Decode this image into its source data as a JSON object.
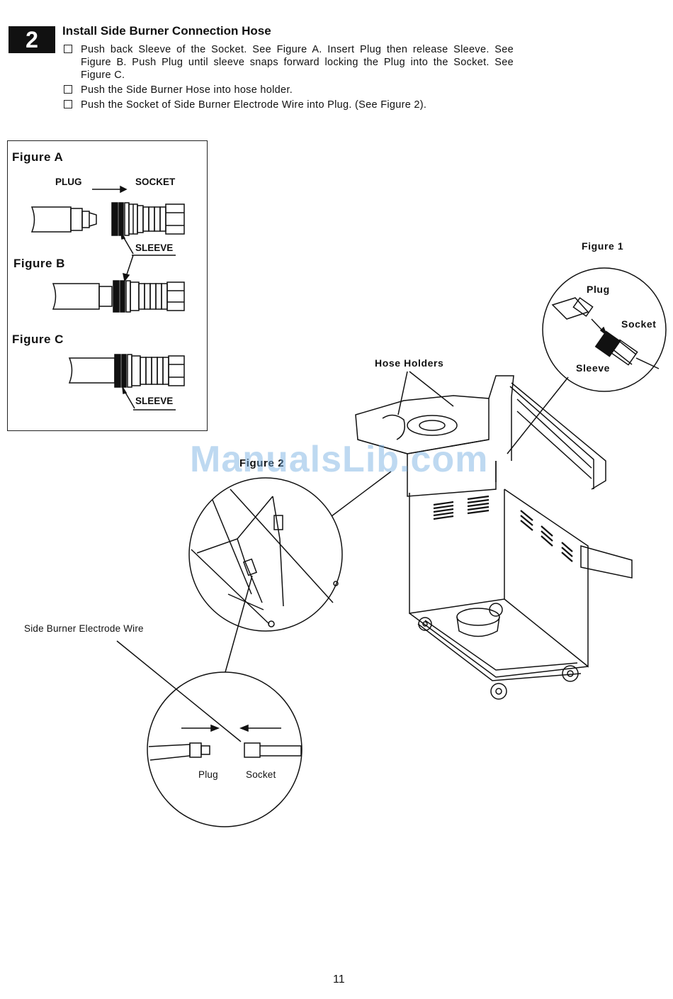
{
  "step": {
    "number": "2",
    "title": "Install Side Burner Connection Hose",
    "instructions": [
      "Push back Sleeve of the Socket. See Figure A. Insert Plug then release Sleeve. See Figure B. Push Plug until sleeve snaps forward locking the Plug into the Socket. See Figure C.",
      "Push the Side Burner Hose into hose holder.",
      "Push the Socket of Side Burner Electrode Wire into Plug. (See Figure 2)."
    ]
  },
  "figure_box": {
    "figure_a": {
      "title": "Figure A",
      "plug_label": "PLUG",
      "socket_label": "SOCKET",
      "sleeve_label": "SLEEVE"
    },
    "figure_b": {
      "title": "Figure B"
    },
    "figure_c": {
      "title": "Figure C",
      "sleeve_label": "SLEEVE"
    }
  },
  "figure_1": {
    "title": "Figure 1",
    "plug_label": "Plug",
    "socket_label": "Socket",
    "sleeve_label": "Sleeve"
  },
  "grill": {
    "hose_holders_label": "Hose Holders",
    "figure_2_label": "Figure 2"
  },
  "figure_2": {
    "wire_label": "Side Burner Electrode Wire",
    "plug_label": "Plug",
    "socket_label": "Socket"
  },
  "page_number": "11",
  "watermark": "ManualsLib.com",
  "colors": {
    "ink": "#111111",
    "watermark": "#6eaae1"
  }
}
